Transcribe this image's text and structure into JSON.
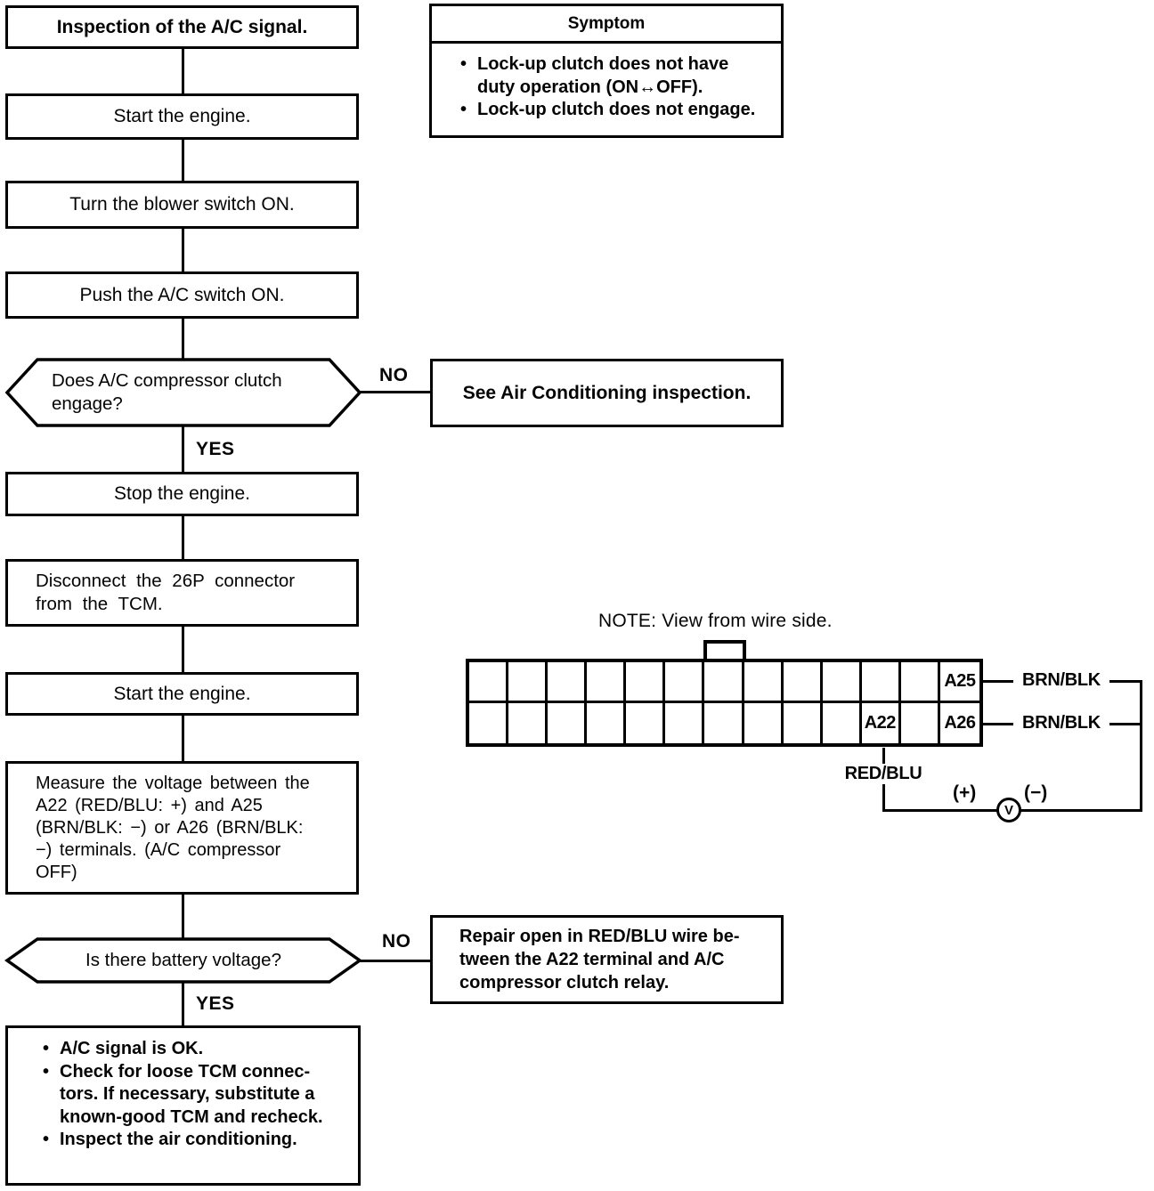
{
  "page": {
    "ink": "#000000",
    "paper": "#ffffff"
  },
  "symptom_box": {
    "header": "Symptom",
    "bullets": [
      "Lock-up clutch does not have\nduty operation (ON↔OFF).",
      "Lock-up clutch does not engage."
    ]
  },
  "flowchart": {
    "title": "Inspection of the A/C signal.",
    "step_start_engine_1": "Start the engine.",
    "step_blower_switch": "Turn the blower switch ON.",
    "step_ac_switch": "Push the A/C switch ON.",
    "decision_compressor": "Does A/C compressor clutch\nengage?",
    "branch_no_1": "NO",
    "branch_yes_1": "YES",
    "action_see_ac": "See Air Conditioning inspection.",
    "step_stop_engine": "Stop the engine.",
    "step_disconnect_tcm": "Disconnect the 26P connector\nfrom the TCM.",
    "step_start_engine_2": "Start the engine.",
    "step_measure_voltage": "Measure the voltage between the\nA22 (RED/BLU: +) and A25\n(BRN/BLK: −) or A26 (BRN/BLK:\n−) terminals. (A/C compressor\nOFF)",
    "decision_battery_voltage": "Is there battery voltage?",
    "branch_no_2": "NO",
    "branch_yes_2": "YES",
    "action_repair_wire": "Repair open in RED/BLU wire be-\ntween the A22 terminal and A/C\ncompressor clutch relay.",
    "result_bullets": [
      "A/C signal is OK.",
      "Check for loose TCM connec-\ntors. If necessary, substitute a\nknown-good TCM and recheck.",
      "Inspect the air conditioning."
    ]
  },
  "connector_diagram": {
    "note": "NOTE: View from wire side.",
    "pin_a25": "A25",
    "pin_a22": "A22",
    "pin_a26": "A26",
    "wire_a25": "BRN/BLK",
    "wire_a26": "BRN/BLK",
    "wire_a22": "RED/BLU",
    "meter_plus": "(+)",
    "meter_minus": "(−)",
    "meter_symbol": "V"
  }
}
